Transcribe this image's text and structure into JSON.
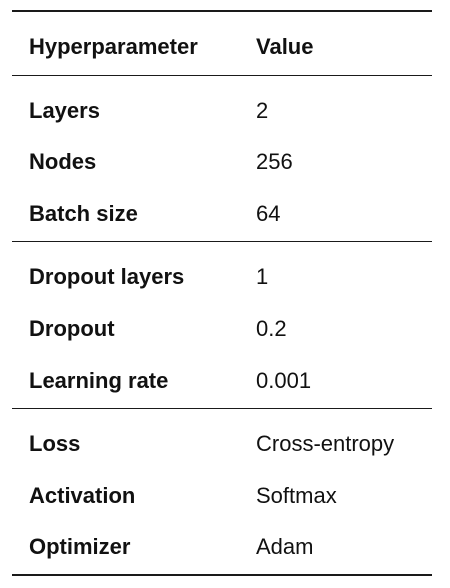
{
  "table": {
    "header": {
      "param": "Hyperparameter",
      "value": "Value"
    },
    "groups": [
      [
        {
          "param": "Layers",
          "value": "2"
        },
        {
          "param": "Nodes",
          "value": "256"
        },
        {
          "param": "Batch size",
          "value": "64"
        }
      ],
      [
        {
          "param": "Dropout layers",
          "value": "1"
        },
        {
          "param": "Dropout",
          "value": "0.2"
        },
        {
          "param": "Learning rate",
          "value": "0.001"
        }
      ],
      [
        {
          "param": "Loss",
          "value": "Cross-entropy"
        },
        {
          "param": "Activation",
          "value": "Softmax"
        },
        {
          "param": "Optimizer",
          "value": "Adam"
        }
      ]
    ]
  }
}
